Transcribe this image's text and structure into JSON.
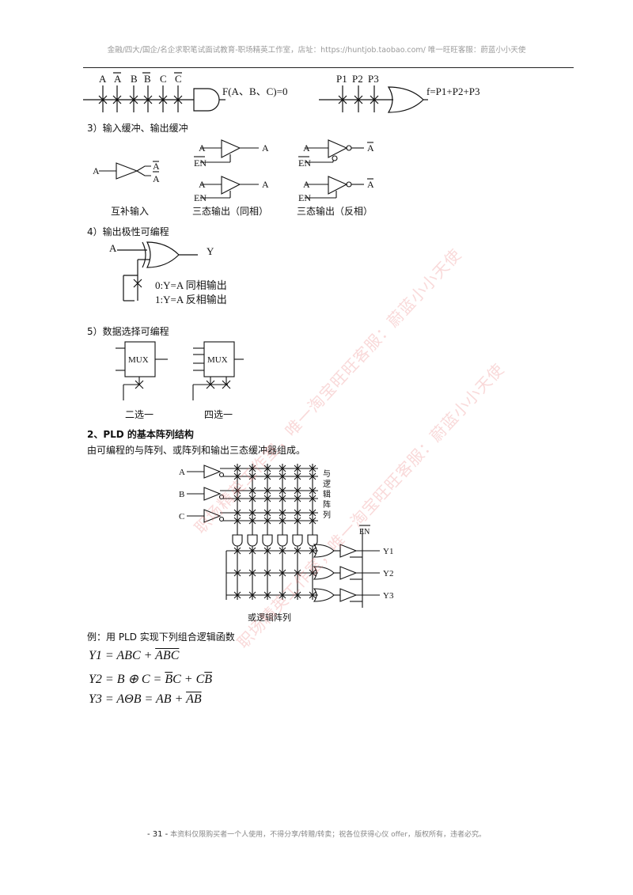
{
  "header": "金融/四大/国企/名企求职笔试面试教育-职场精英工作室，店址：https://huntjob.taobao.com/ 唯一旺旺客服：蔚蓝小小天使",
  "fig_and_or": {
    "and_inputs": [
      "A",
      "A",
      "B",
      "B",
      "C",
      "C"
    ],
    "and_output": "F(A、B、C)=0",
    "or_inputs": [
      "P1",
      "P2",
      "P3"
    ],
    "or_output": "f=P1+P2+P3"
  },
  "section3": {
    "title": "3）输入缓冲、输出缓冲",
    "comp_in": "A",
    "comp_out1": "A",
    "comp_out2": "A",
    "en_label": "EN",
    "cap_complement": "互补输入",
    "cap_tristate_same": "三态输出（同相）",
    "cap_tristate_inv": "三态输出（反相）"
  },
  "section4": {
    "title": "4）输出极性可编程",
    "in_label": "A",
    "out_label": "Y",
    "line1": "0:Y=A  同相输出",
    "line2": "1:Y=A  反相输出"
  },
  "section5": {
    "title": "5）数据选择可编程",
    "mux_label": "MUX",
    "cap_2to1": "二选一",
    "cap_4to1": "四选一"
  },
  "pld": {
    "heading": "2、PLD 的基本阵列结构",
    "intro": "由可编程的与阵列、或阵列和输出三态缓冲器组成。",
    "inputs": [
      "A",
      "B",
      "C"
    ],
    "and_array_label": [
      "与",
      "逻",
      "辑",
      "阵",
      "列"
    ],
    "en_label": "EN",
    "outputs": [
      "Y1",
      "Y2",
      "Y3"
    ],
    "or_array_label": "或逻辑阵列"
  },
  "example": {
    "text": "例：用 PLD 实现下列组合逻辑函数",
    "eq1": {
      "lhs": "Y1 = ",
      "t1": "ABC",
      "plus": " + ",
      "t2": "ABC"
    },
    "eq2": {
      "lhs": "Y2 = B ⊕ C = ",
      "t1": "B",
      "t1b": "C",
      "plus": " + C",
      "t2": "B"
    },
    "eq3": {
      "lhs": "Y3 = AΘB = AB + ",
      "t2": "AB"
    }
  },
  "footer": {
    "page": "- 31 -",
    "text": "本资料仅限购买者一个人使用，不得分享/转赠/转卖；祝各位获得心仪 offer，版权所有，违者必究。"
  },
  "watermarks": [
    "职场精英工作室，唯一淘宝旺旺客服：蔚蓝小小天使",
    "职场精英工作室，唯一淘宝旺旺客服：蔚蓝小小天使"
  ]
}
